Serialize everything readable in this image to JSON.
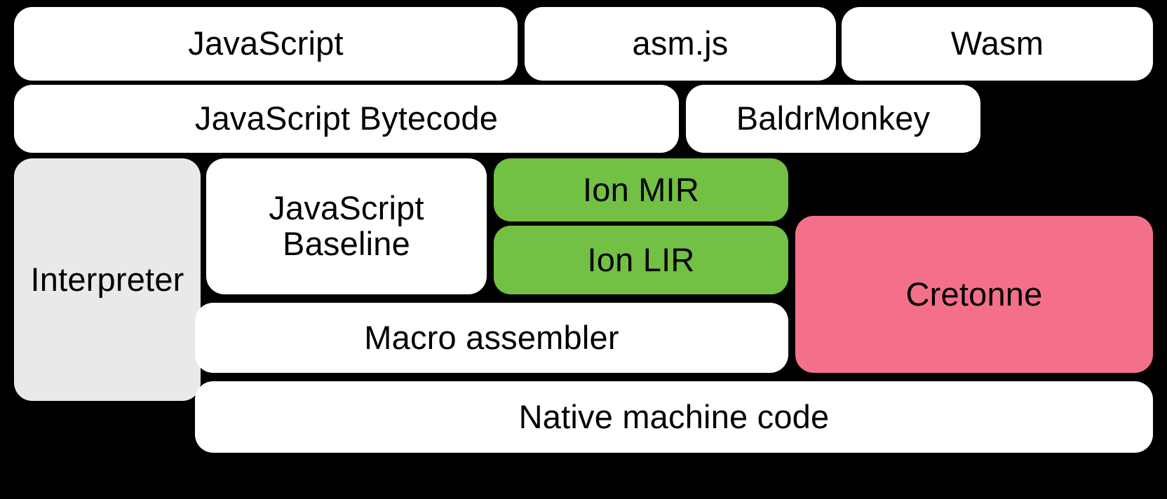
{
  "diagram": {
    "title": "SpiderMonkey compilation pipeline",
    "background_color": "#000000",
    "palette": {
      "white": "#ffffff",
      "green": "#72c044",
      "pink": "#f4708a",
      "gray": "#e9e9e9",
      "text": "#000000"
    },
    "rows": [
      {
        "name": "source-languages",
        "nodes": [
          {
            "id": "javascript",
            "label": "JavaScript",
            "color": "white"
          },
          {
            "id": "asmjs",
            "label": "asm.js",
            "color": "white"
          },
          {
            "id": "wasm",
            "label": "Wasm",
            "color": "white"
          }
        ]
      },
      {
        "name": "intermediate-front-ends",
        "nodes": [
          {
            "id": "javascript-bytecode",
            "label": "JavaScript Bytecode",
            "color": "white"
          },
          {
            "id": "baldrmonkey",
            "label": "BaldrMonkey",
            "color": "white"
          }
        ]
      },
      {
        "name": "execution-tiers",
        "nodes": [
          {
            "id": "interpreter",
            "label": "Interpreter",
            "color": "gray"
          },
          {
            "id": "javascript-baseline",
            "label": "JavaScript\nBaseline",
            "color": "white"
          },
          {
            "id": "ion-mir",
            "label": "Ion MIR",
            "color": "green"
          },
          {
            "id": "ion-lir",
            "label": "Ion LIR",
            "color": "green"
          },
          {
            "id": "cretonne",
            "label": "Cretonne",
            "color": "pink"
          }
        ]
      },
      {
        "name": "code-emission",
        "nodes": [
          {
            "id": "macro-assembler",
            "label": "Macro assembler",
            "color": "white"
          },
          {
            "id": "native-machine-code",
            "label": "Native machine code",
            "color": "white"
          }
        ]
      }
    ]
  },
  "nodes": {
    "javascript": {
      "label": "JavaScript"
    },
    "asmjs": {
      "label": "asm.js"
    },
    "wasm": {
      "label": "Wasm"
    },
    "javascript_bytecode": {
      "label": "JavaScript Bytecode"
    },
    "baldrmonkey": {
      "label": "BaldrMonkey"
    },
    "interpreter": {
      "label": "Interpreter"
    },
    "javascript_baseline": {
      "label": "JavaScript\nBaseline"
    },
    "ion_mir": {
      "label": "Ion MIR"
    },
    "ion_lir": {
      "label": "Ion LIR"
    },
    "cretonne": {
      "label": "Cretonne"
    },
    "macro_assembler": {
      "label": "Macro assembler"
    },
    "native_machine_code": {
      "label": "Native machine code"
    }
  }
}
